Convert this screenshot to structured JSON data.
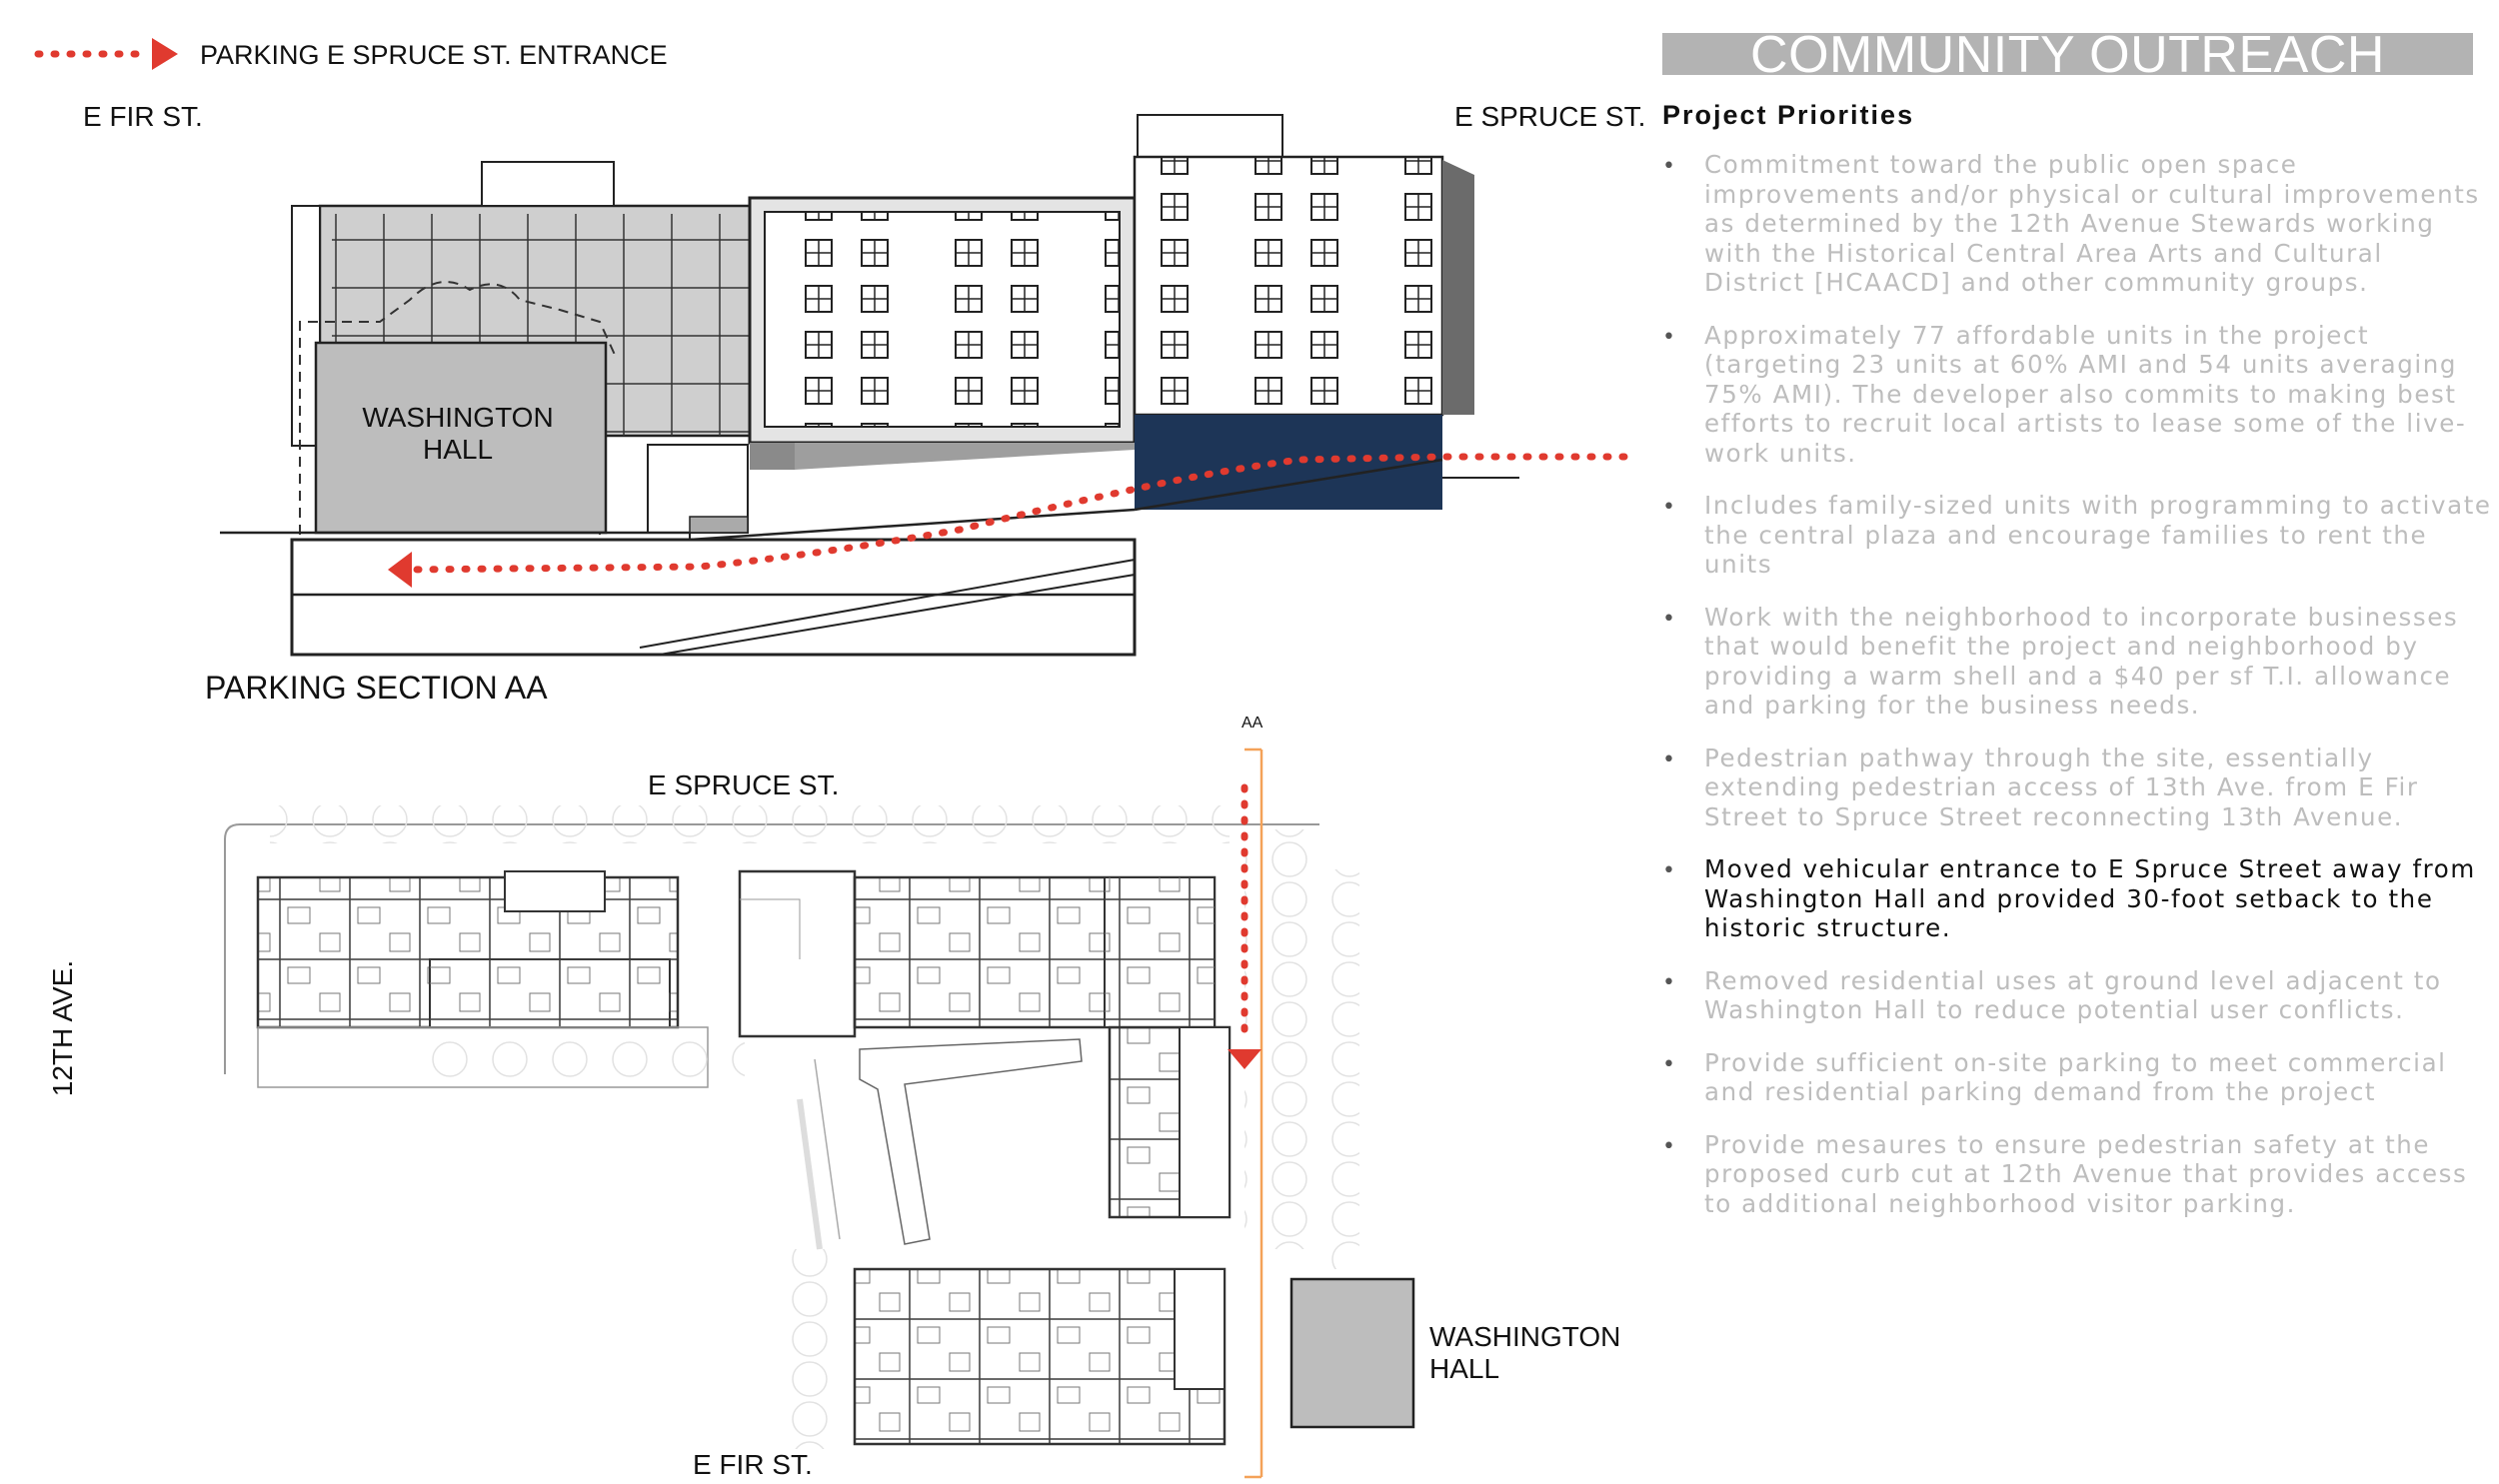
{
  "legend": {
    "label": "PARKING E SPRUCE ST. ENTRANCE",
    "color": "#e03a2f"
  },
  "section": {
    "street_left": "E FIR ST.",
    "street_right": "E SPRUCE ST.",
    "building_label": [
      "WASHINGTON",
      "HALL"
    ],
    "caption": "PARKING SECTION AA",
    "parking_highlight_color": "#1d3557"
  },
  "plan": {
    "street_top": "E SPRUCE ST.",
    "street_left": "12TH AVE.",
    "street_bottom": "E FIR ST.",
    "section_marker": "AA",
    "washington_hall": [
      "WASHINGTON",
      "HALL"
    ],
    "section_line_color": "#f4a259"
  },
  "panel": {
    "title": "COMMUNITY OUTREACH",
    "subtitle": "Project Priorities",
    "items": [
      "Commitment toward the public open space improvements and/or physical or cultural improvements as determined by the 12th Avenue Stewards working with the Historical Central Area Arts and Cultural District [HCAACD] and other community groups.",
      "Approximately 77 affordable units in the project (targeting 23 units at 60% AMI and 54 units averaging 75% AMI). The developer also commits to making best efforts to recruit local artists to lease some of the live-work units.",
      "Includes family-sized units with programming to activate the central plaza and encourage families to rent the units",
      "Work with the neighborhood to incorporate businesses that would benefit the project and neighborhood by providing a warm shell and a $40 per sf T.I. allowance  and parking for the business needs.",
      "Pedestrian pathway through the site, essentially extending pedestrian access of 13th Ave. from E Fir Street to Spruce Street reconnecting 13th Avenue.",
      "Moved vehicular entrance to E Spruce Street away from Washington Hall and provided 30-foot setback to the historic structure.",
      "Removed residential uses at ground level adjacent to Washington Hall to reduce potential user conflicts.",
      "Provide sufficient on-site parking to meet commercial and residential parking demand from the project",
      "Provide mesaures to ensure pedestrian safety at the proposed curb cut at 12th Avenue that provides access to additional neighborhood visitor parking."
    ],
    "active_index": 5
  }
}
